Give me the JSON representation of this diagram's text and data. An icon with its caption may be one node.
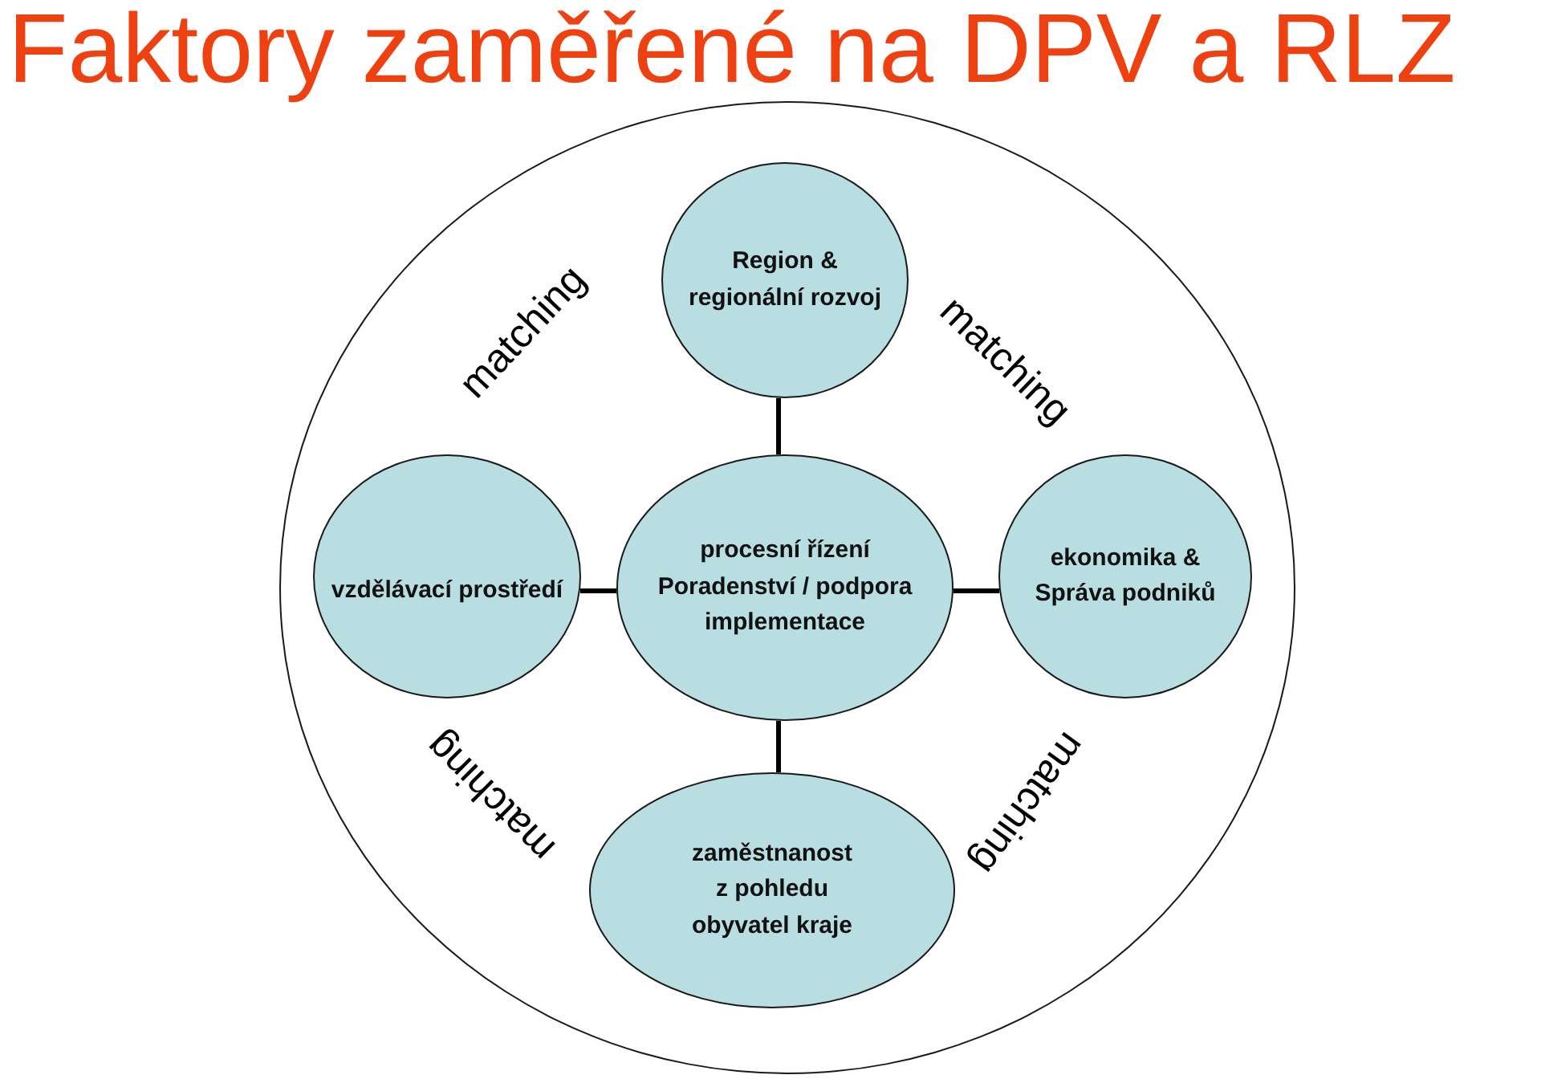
{
  "diagram": {
    "title": "Faktory zaměřené na DPV a RLZ",
    "nodes": [
      {
        "text": [],
        "shape": "circle"
      },
      {
        "text": [
          "Region & regionální rozvoj"
        ],
        "in": 0
      },
      {
        "text": [
          "vzdělávací prostředí"
        ],
        "in": 0
      },
      {
        "text": [
          "procesní řízení",
          "Poradenství / podpora implementace"
        ],
        "in": 0
      },
      {
        "text": [
          "ekonomika & Správa podniků"
        ],
        "in": 0
      },
      {
        "text": [
          "zaměstnanost z pohledu obyvatel kraje"
        ],
        "in": 0
      }
    ],
    "edges": [
      {
        "from": 1,
        "to": 3,
        "arrow": "none"
      },
      {
        "from": 2,
        "to": 3,
        "arrow": "none"
      },
      {
        "from": 3,
        "to": 4,
        "arrow": "none"
      },
      {
        "from": 3,
        "to": 5,
        "arrow": "none"
      }
    ],
    "labels": [
      "matching",
      "matching",
      "matching",
      "matching"
    ]
  }
}
